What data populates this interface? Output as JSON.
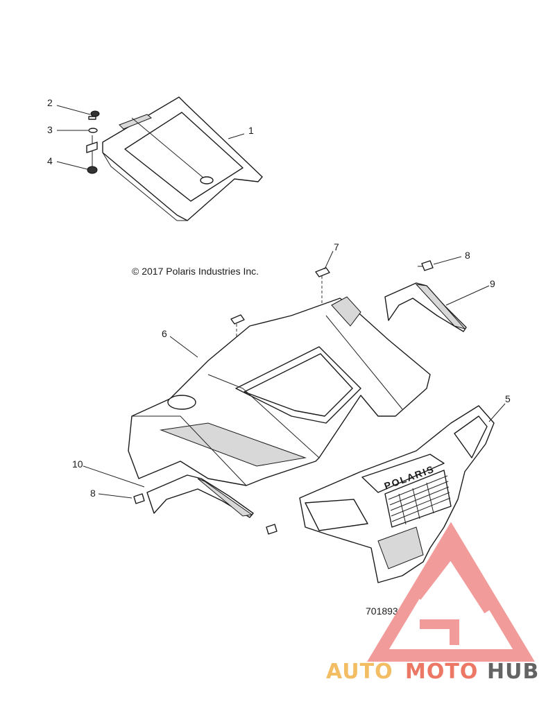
{
  "copyright": "© 2017 Polaris Industries Inc.",
  "diagram_number": "701893",
  "grille_brand_text": "POLARIS",
  "callouts": [
    {
      "id": "c1",
      "label": "1"
    },
    {
      "id": "c2",
      "label": "2"
    },
    {
      "id": "c3",
      "label": "3"
    },
    {
      "id": "c4",
      "label": "4"
    },
    {
      "id": "c5",
      "label": "5"
    },
    {
      "id": "c6",
      "label": "6"
    },
    {
      "id": "c7",
      "label": "7"
    },
    {
      "id": "c8a",
      "label": "8"
    },
    {
      "id": "c8b",
      "label": "8"
    },
    {
      "id": "c9",
      "label": "9"
    },
    {
      "id": "c10",
      "label": "10"
    }
  ],
  "watermark": {
    "part1": "AUTO",
    "part2": "MOTO",
    "part3": "HUB",
    "logo": "triangle-logo-icon",
    "colors": {
      "auto": "#f1b24a",
      "moto": "#e8604a",
      "hub": "#4a4a4a",
      "triangle": "#f08a8a"
    }
  }
}
